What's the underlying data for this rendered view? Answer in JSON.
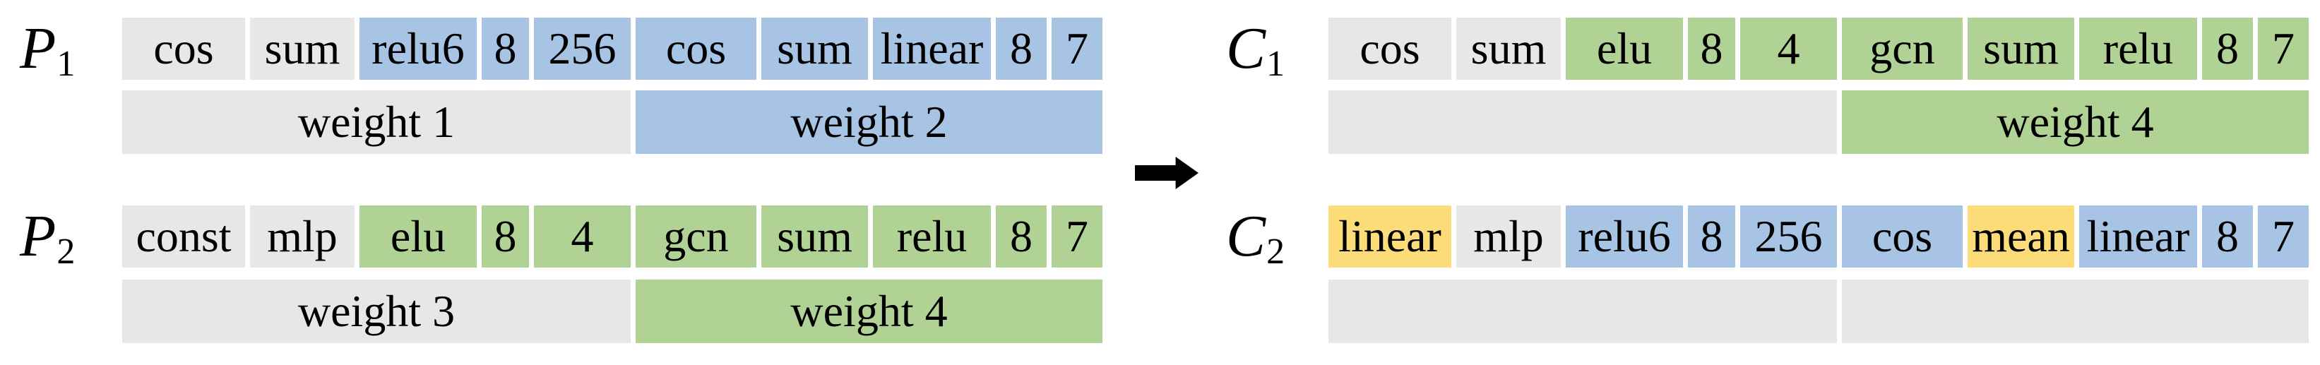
{
  "figure": {
    "description": "crossover-diagram"
  },
  "palette": {
    "gray": "#e7e7e7",
    "blue": "#a7c4e4",
    "green": "#b0d294",
    "yellow": "#fbdc79",
    "arrow": "#000000"
  },
  "arrow": {
    "glyph": "right-block-arrow"
  },
  "genomes": [
    {
      "id": "P1",
      "label": "P",
      "subscript": "1",
      "cells": [
        {
          "text": "cos",
          "color": "gray"
        },
        {
          "text": "sum",
          "color": "gray"
        },
        {
          "text": "relu6",
          "color": "blue"
        },
        {
          "text": "8",
          "color": "blue"
        },
        {
          "text": "256",
          "color": "blue"
        },
        {
          "text": "cos",
          "color": "blue"
        },
        {
          "text": "sum",
          "color": "blue"
        },
        {
          "text": "linear",
          "color": "blue"
        },
        {
          "text": "8",
          "color": "blue"
        },
        {
          "text": "7",
          "color": "blue"
        }
      ],
      "weights": [
        {
          "text": "weight 1",
          "color": "gray"
        },
        {
          "text": "weight 2",
          "color": "blue"
        }
      ]
    },
    {
      "id": "P2",
      "label": "P",
      "subscript": "2",
      "cells": [
        {
          "text": "const",
          "color": "gray"
        },
        {
          "text": "mlp",
          "color": "gray"
        },
        {
          "text": "elu",
          "color": "green"
        },
        {
          "text": "8",
          "color": "green"
        },
        {
          "text": "4",
          "color": "green"
        },
        {
          "text": "gcn",
          "color": "green"
        },
        {
          "text": "sum",
          "color": "green"
        },
        {
          "text": "relu",
          "color": "green"
        },
        {
          "text": "8",
          "color": "green"
        },
        {
          "text": "7",
          "color": "green"
        }
      ],
      "weights": [
        {
          "text": "weight 3",
          "color": "gray"
        },
        {
          "text": "weight 4",
          "color": "green"
        }
      ]
    },
    {
      "id": "C1",
      "label": "C",
      "subscript": "1",
      "cells": [
        {
          "text": "cos",
          "color": "gray"
        },
        {
          "text": "sum",
          "color": "gray"
        },
        {
          "text": "elu",
          "color": "green"
        },
        {
          "text": "8",
          "color": "green"
        },
        {
          "text": "4",
          "color": "green"
        },
        {
          "text": "gcn",
          "color": "green"
        },
        {
          "text": "sum",
          "color": "green"
        },
        {
          "text": "relu",
          "color": "green"
        },
        {
          "text": "8",
          "color": "green"
        },
        {
          "text": "7",
          "color": "green"
        }
      ],
      "weights": [
        {
          "text": "",
          "color": "gray"
        },
        {
          "text": "weight 4",
          "color": "green"
        }
      ]
    },
    {
      "id": "C2",
      "label": "C",
      "subscript": "2",
      "cells": [
        {
          "text": "linear",
          "color": "yellow"
        },
        {
          "text": "mlp",
          "color": "gray"
        },
        {
          "text": "relu6",
          "color": "blue"
        },
        {
          "text": "8",
          "color": "blue"
        },
        {
          "text": "256",
          "color": "blue"
        },
        {
          "text": "cos",
          "color": "blue"
        },
        {
          "text": "mean",
          "color": "yellow"
        },
        {
          "text": "linear",
          "color": "blue"
        },
        {
          "text": "8",
          "color": "blue"
        },
        {
          "text": "7",
          "color": "blue"
        }
      ],
      "weights": [
        {
          "text": "",
          "color": "gray"
        },
        {
          "text": "",
          "color": "gray"
        }
      ]
    }
  ]
}
